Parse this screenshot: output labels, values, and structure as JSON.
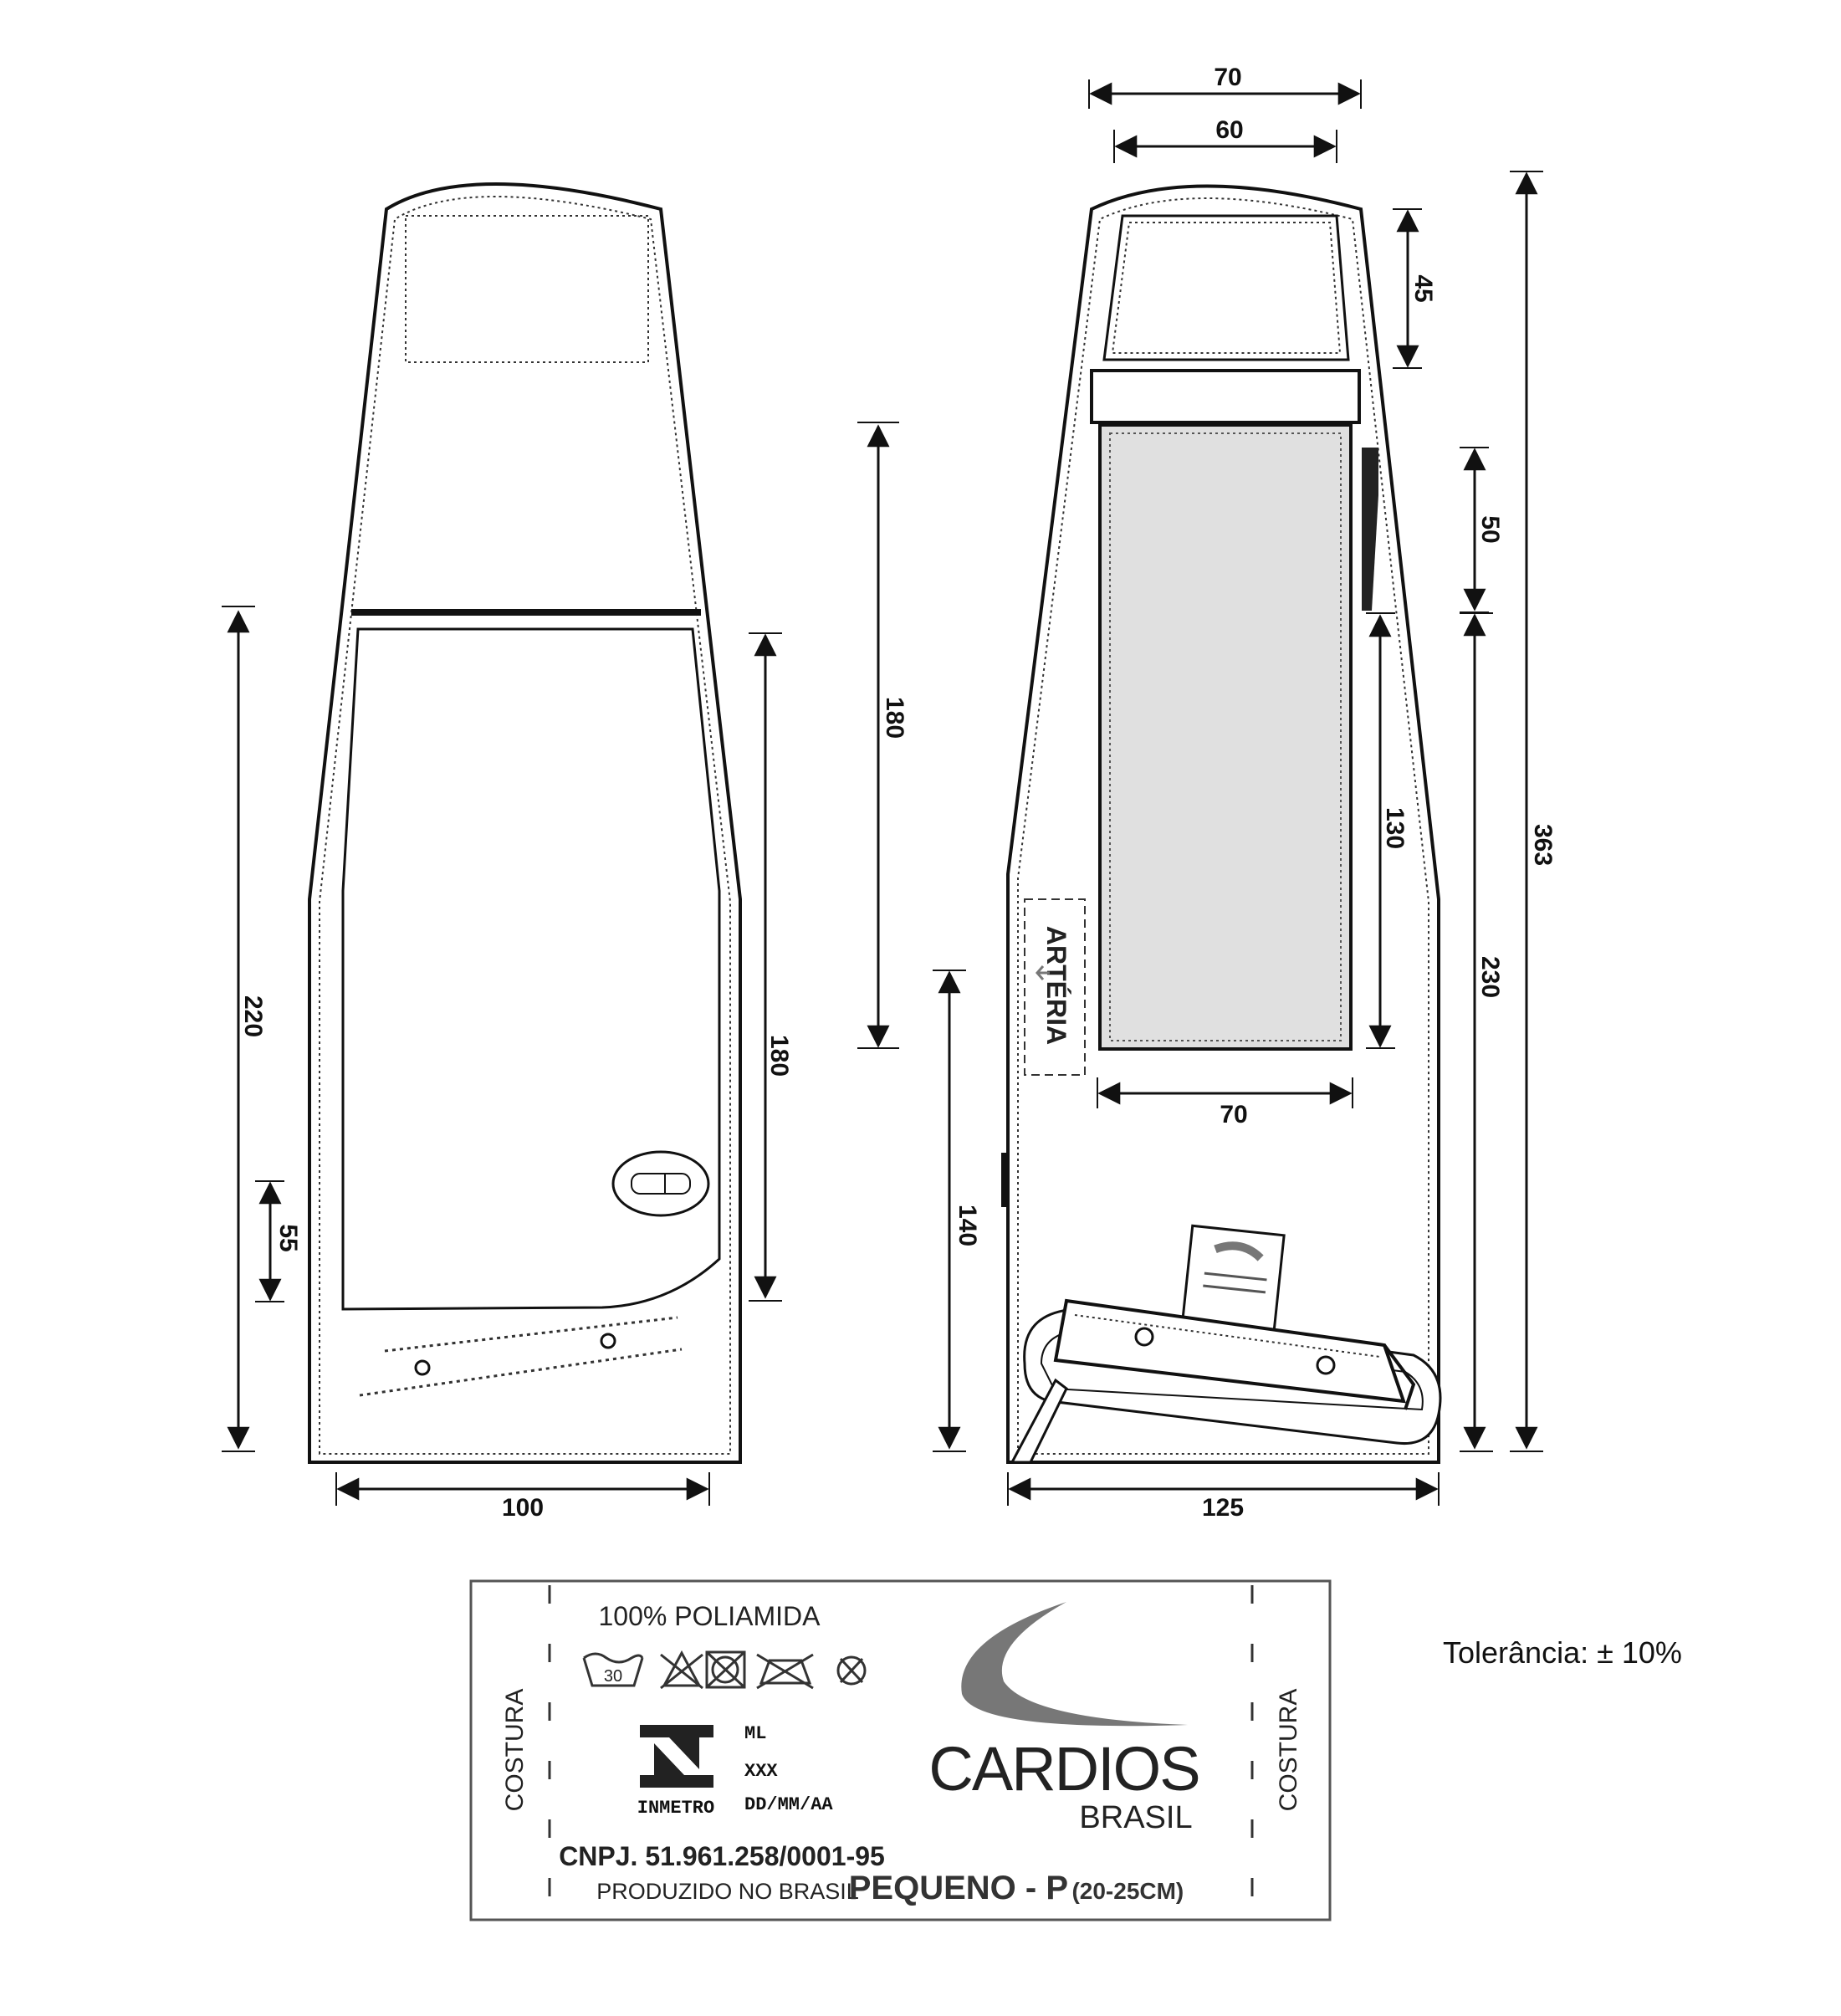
{
  "left_view": {
    "dim_width": "100",
    "dim_height_total": "220",
    "dim_window_height": "180",
    "dim_upper_height": "180",
    "dim_lower": "55"
  },
  "right_view": {
    "dim_top_outer": "70",
    "dim_top_inner": "60",
    "dim_band": "45",
    "dim_strap": "50",
    "dim_total": "363",
    "dim_lower": "230",
    "dim_window": "130",
    "dim_window_width": "70",
    "dim_bottom": "140",
    "dim_width": "125",
    "arteria_label": "ARTÉRIA"
  },
  "label": {
    "material": "100% POLIAMIDA",
    "seam_left": "COSTURA",
    "seam_right": "COSTURA",
    "wash_temp": "30",
    "inmetro": "INMETRO",
    "ml": "ML",
    "xxx": "XXX",
    "date": "DD/MM/AA",
    "cnpj": "CNPJ. 51.961.258/0001-95",
    "origin": "PRODUZIDO NO BRASIL",
    "brand": "CARDIOS",
    "brand_sub": "BRASIL",
    "size_main": "PEQUENO - P",
    "size_range": "(20-25CM)"
  },
  "tolerance": "Tolerância: ± 10%"
}
